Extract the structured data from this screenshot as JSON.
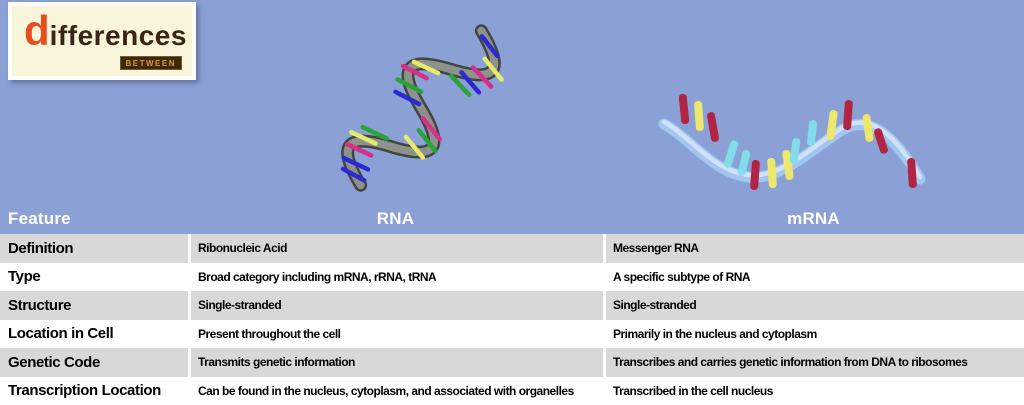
{
  "logo": {
    "d_letter": "d",
    "rest": "ifferences",
    "badge": "BETWEEN"
  },
  "colors": {
    "background": "#8ba1d6",
    "row_alt_gray": "#d8d8d8",
    "row_white": "#ffffff",
    "header_text": "#ffffff",
    "body_text": "#000000",
    "logo_accent_orange": "#e84e1b",
    "logo_brown": "#3a2417",
    "logo_panel_cream": "#f8f5da",
    "rna_ribbon_gray": "#8d928c",
    "mrna_ribbon_blue": "#a5c5ef",
    "base_blue": "#2a2ad0",
    "base_yellow": "#e6e96a",
    "base_magenta": "#d82f88",
    "base_green": "#2aa33c",
    "base_crimson": "#b22443",
    "base_cyan": "#82dcea"
  },
  "table": {
    "headers": {
      "feature": "Feature",
      "rna": "RNA",
      "mrna": "mRNA"
    },
    "rows": [
      {
        "feature": "Definition",
        "rna": "Ribonucleic Acid",
        "mrna": "Messenger RNA"
      },
      {
        "feature": "Type",
        "rna": "Broad category including mRNA, rRNA, tRNA",
        "mrna": "A specific subtype of RNA"
      },
      {
        "feature": "Structure",
        "rna": "Single-stranded",
        "mrna": "Single-stranded"
      },
      {
        "feature": "Location in Cell",
        "rna": "Present throughout the cell",
        "mrna": "Primarily in the nucleus and cytoplasm"
      },
      {
        "feature": "Genetic Code",
        "rna": "Transmits genetic information",
        "mrna": "Transcribes and carries genetic information from DNA to ribosomes"
      },
      {
        "feature": "Transcription Location",
        "rna": "Can be found in the nucleus, cytoplasm, and associated with organelles",
        "mrna": "Transcribed in the cell nucleus"
      }
    ]
  }
}
